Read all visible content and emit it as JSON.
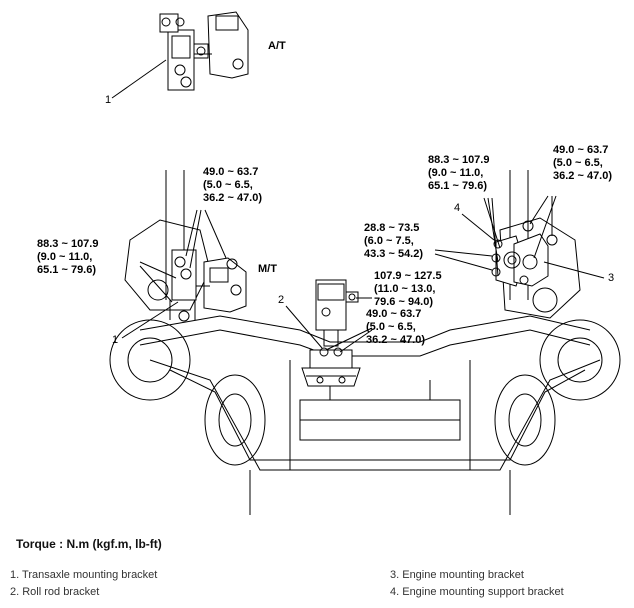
{
  "variants": {
    "at": "A/T",
    "mt": "M/T"
  },
  "callouts": {
    "c1_top": "1",
    "c1_mt": "1",
    "c2": "2",
    "c3": "3",
    "c4": "4"
  },
  "torques": {
    "left_upper": "49.0 ~ 63.7\n(5.0 ~ 6.5,\n36.2 ~ 47.0)",
    "left_lower": "88.3 ~ 107.9\n(9.0 ~ 11.0,\n65.1 ~ 79.6)",
    "center_upper": "107.9 ~ 127.5\n(11.0 ~ 13.0,\n79.6 ~ 94.0)",
    "center_lower": "49.0 ~ 63.7\n(5.0 ~ 6.5,\n36.2 ~ 47.0)",
    "right_mid": "28.8 ~ 73.5\n(6.0 ~ 7.5,\n43.3 ~ 54.2)",
    "right_top_left": "88.3 ~ 107.9\n(9.0 ~ 11.0,\n65.1 ~ 79.6)",
    "right_top_right": "49.0 ~ 63.7\n(5.0 ~ 6.5,\n36.2 ~ 47.0)"
  },
  "torque_title": "Torque : N.m (kgf.m, lb-ft)",
  "legend": [
    "1. Transaxle mounting bracket",
    "2. Roll rod bracket",
    "3. Engine mounting bracket",
    "4. Engine mounting support bracket"
  ]
}
